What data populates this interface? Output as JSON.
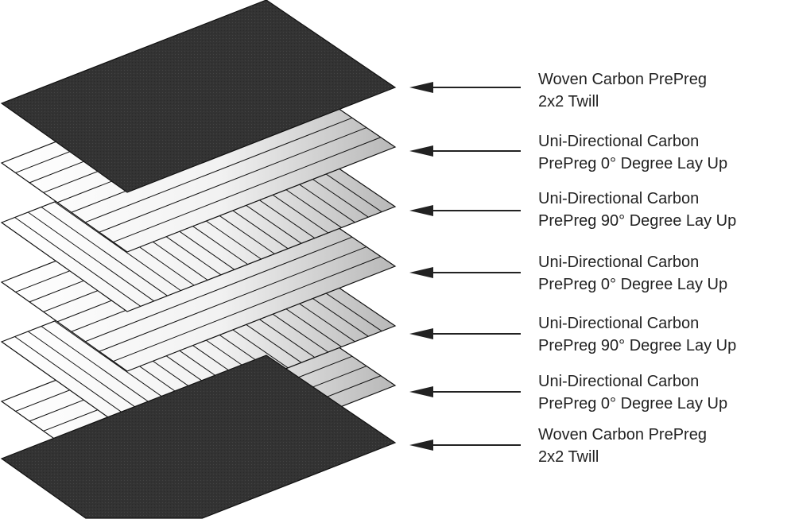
{
  "title": "Carbon prepreg layup exploded view",
  "layers": [
    {
      "line1": "Woven Carbon PrePreg",
      "line2": "2x2 Twill",
      "type": "woven",
      "orientation_deg": null
    },
    {
      "line1": "Uni-Directional Carbon",
      "line2": "PrePreg 0° Degree Lay Up",
      "type": "ud",
      "orientation_deg": 0
    },
    {
      "line1": "Uni-Directional Carbon",
      "line2": "PrePreg 90° Degree Lay Up",
      "type": "ud",
      "orientation_deg": 90
    },
    {
      "line1": "Uni-Directional Carbon",
      "line2": "PrePreg 0° Degree Lay Up",
      "type": "ud",
      "orientation_deg": 0
    },
    {
      "line1": "Uni-Directional Carbon",
      "line2": "PrePreg 90° Degree Lay Up",
      "type": "ud",
      "orientation_deg": 90
    },
    {
      "line1": "Uni-Directional Carbon",
      "line2": "PrePreg 0° Degree Lay Up",
      "type": "ud",
      "orientation_deg": 0
    },
    {
      "line1": "Woven Carbon PrePreg",
      "line2": "2x2 Twill",
      "type": "woven",
      "orientation_deg": null
    }
  ],
  "colors": {
    "woven": "#333333",
    "ud_light": "#ffffff",
    "ud_dark": "#b8b8b8",
    "line": "#111111"
  }
}
